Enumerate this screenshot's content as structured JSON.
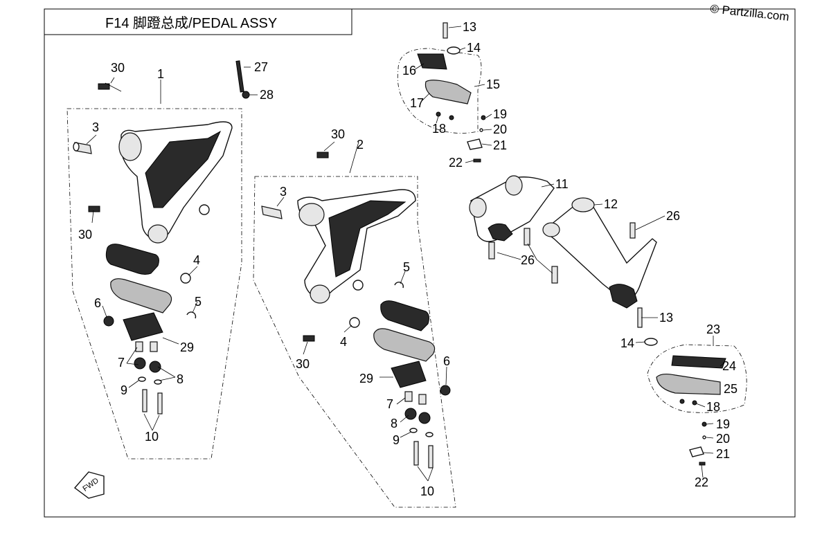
{
  "title": "F14 脚蹬总成/PEDAL ASSY",
  "watermark": "© Partzilla.com",
  "direction_marker": "FWD",
  "callouts": {
    "c1": "1",
    "c2": "2",
    "c3a": "3",
    "c3b": "3",
    "c4a": "4",
    "c4b": "4",
    "c5a": "5",
    "c5b": "5",
    "c6a": "6",
    "c6b": "6",
    "c7a": "7",
    "c7b": "7",
    "c8a": "8",
    "c8b": "8",
    "c9a": "9",
    "c9b": "9",
    "c10a": "10",
    "c10b": "10",
    "c11": "11",
    "c12": "12",
    "c13a": "13",
    "c13b": "13",
    "c14a": "14",
    "c14b": "14",
    "c15": "15",
    "c16": "16",
    "c17": "17",
    "c18a": "18",
    "c18b": "18",
    "c19a": "19",
    "c19b": "19",
    "c20a": "20",
    "c20b": "20",
    "c21a": "21",
    "c21b": "21",
    "c22a": "22",
    "c22b": "22",
    "c23": "23",
    "c24": "24",
    "c25": "25",
    "c26a": "26",
    "c26b": "26",
    "c27": "27",
    "c28": "28",
    "c29a": "29",
    "c29b": "29",
    "c30a": "30",
    "c30b": "30",
    "c30c": "30",
    "c30d": "30"
  }
}
